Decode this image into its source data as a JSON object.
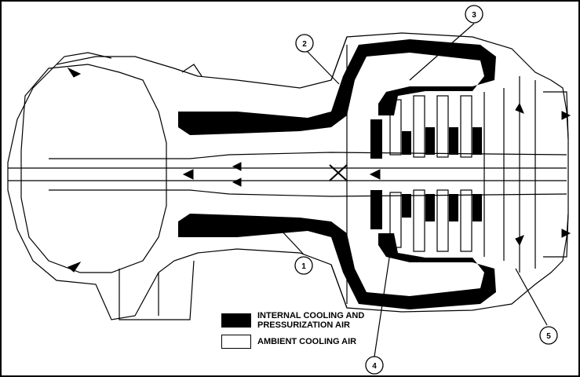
{
  "callouts": [
    {
      "id": "1",
      "label": "1"
    },
    {
      "id": "2",
      "label": "2"
    },
    {
      "id": "3",
      "label": "3"
    },
    {
      "id": "4",
      "label": "4"
    },
    {
      "id": "5",
      "label": "5"
    }
  ],
  "legend": {
    "internal": {
      "label": "INTERNAL COOLING AND\nPRESSURIZATION AIR",
      "color": "#000000"
    },
    "ambient": {
      "label": "AMBIENT COOLING AIR",
      "color": "#ffffff"
    }
  }
}
